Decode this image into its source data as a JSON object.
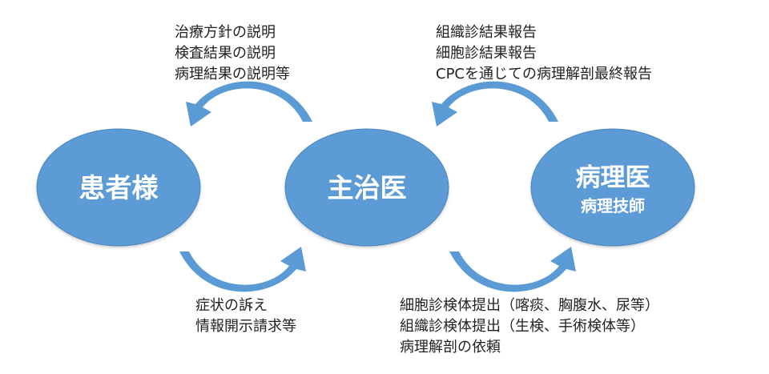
{
  "colors": {
    "node_fill": "#5b9bd5",
    "node_stroke": "#4a86bd",
    "node_text": "#ffffff",
    "arrow": "#5b9bd5",
    "text": "#222222"
  },
  "nodes": {
    "patient": {
      "label": "患者様"
    },
    "doctor": {
      "label": "主治医"
    },
    "pathology": {
      "label": "病理医",
      "sublabel": "病理技師"
    }
  },
  "notes": {
    "doctor_to_patient": [
      "治療方針の説明",
      "検査結果の説明",
      "病理結果の説明等"
    ],
    "pathology_to_doctor": [
      "組織診結果報告",
      "細胞診結果報告",
      "CPCを通じての病理解剖最終報告"
    ],
    "patient_to_doctor": [
      "症状の訴え",
      "情報開示請求等"
    ],
    "doctor_to_pathology": [
      "細胞診検体提出（喀痰、胸腹水、尿等）",
      "組織診検体提出（生検、手術検体等）",
      "病理解剖の依頼"
    ]
  },
  "arrows": [
    {
      "name": "arrow-doctor-to-patient",
      "icon": "curved-arrow-left-icon"
    },
    {
      "name": "arrow-pathology-to-doctor",
      "icon": "curved-arrow-left-icon"
    },
    {
      "name": "arrow-patient-to-doctor",
      "icon": "curved-arrow-right-icon"
    },
    {
      "name": "arrow-doctor-to-pathology",
      "icon": "curved-arrow-right-icon"
    }
  ]
}
